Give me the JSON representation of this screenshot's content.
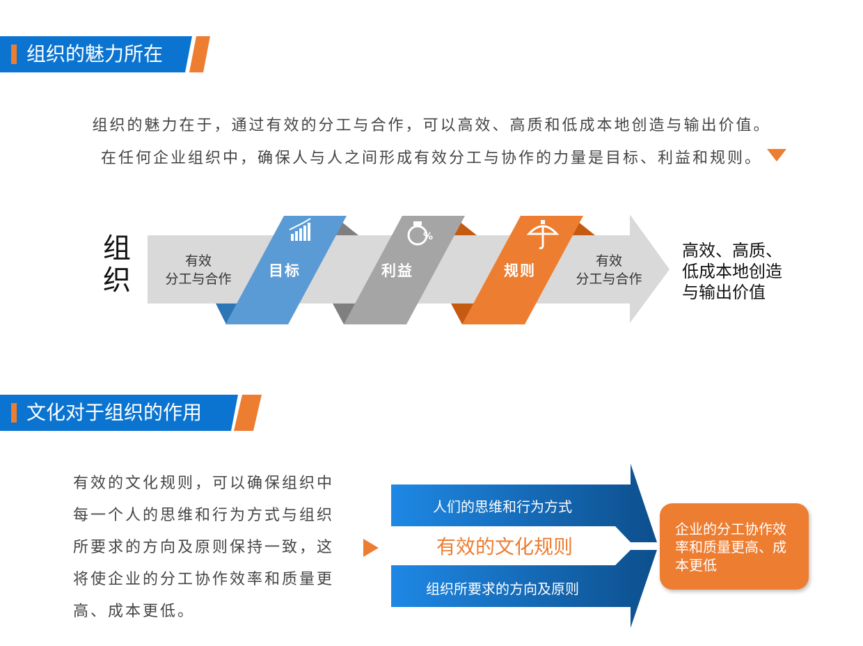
{
  "section1": {
    "title": "组织的魅力所在",
    "intro_line1": "组织的魅力在于，通过有效的分工与合作，可以高效、高质和低成本地创造与输出价值。",
    "intro_line2": "在任何企业组织中，确保人与人之间形成有效分工与协作的力量是目标、利益和规则。"
  },
  "diagram": {
    "left_label": "组织",
    "input_label": "有效\n分工与合作",
    "ribbons": [
      {
        "label": "目标",
        "icon": "bar-chart-growth-icon",
        "color": "#5B9BD5"
      },
      {
        "label": "利益",
        "icon": "money-bag-percent-icon",
        "color": "#A5A5A5"
      },
      {
        "label": "规则",
        "icon": "umbrella-icon",
        "color": "#ED7D31"
      }
    ],
    "output_label": "有效\n分工与合作",
    "result": "高效、高质、\n低成本地创造\n与输出价值"
  },
  "section2": {
    "title": "文化对于组织的作用",
    "paragraph": "有效的文化规则，可以确保组织中每一个人的思维和行为方式与组织所要求的方向及原则保持一致，这将使企业的分工协作效率和质量更高、成本更低。",
    "arrow_top": "人们的思维和行为方式",
    "center_label": "有效的文化规则",
    "arrow_bottom": "组织所要求的方向及原则",
    "result_box": "企业的分工协作效率和质量更高、成本更低"
  },
  "colors": {
    "header_blue": "#0B74D1",
    "accent_orange": "#ED7D31",
    "arrow_gray": "#D9D9D9",
    "arrow_blue_dark": "#0D4F8C",
    "arrow_blue_light": "#1E88E5"
  }
}
